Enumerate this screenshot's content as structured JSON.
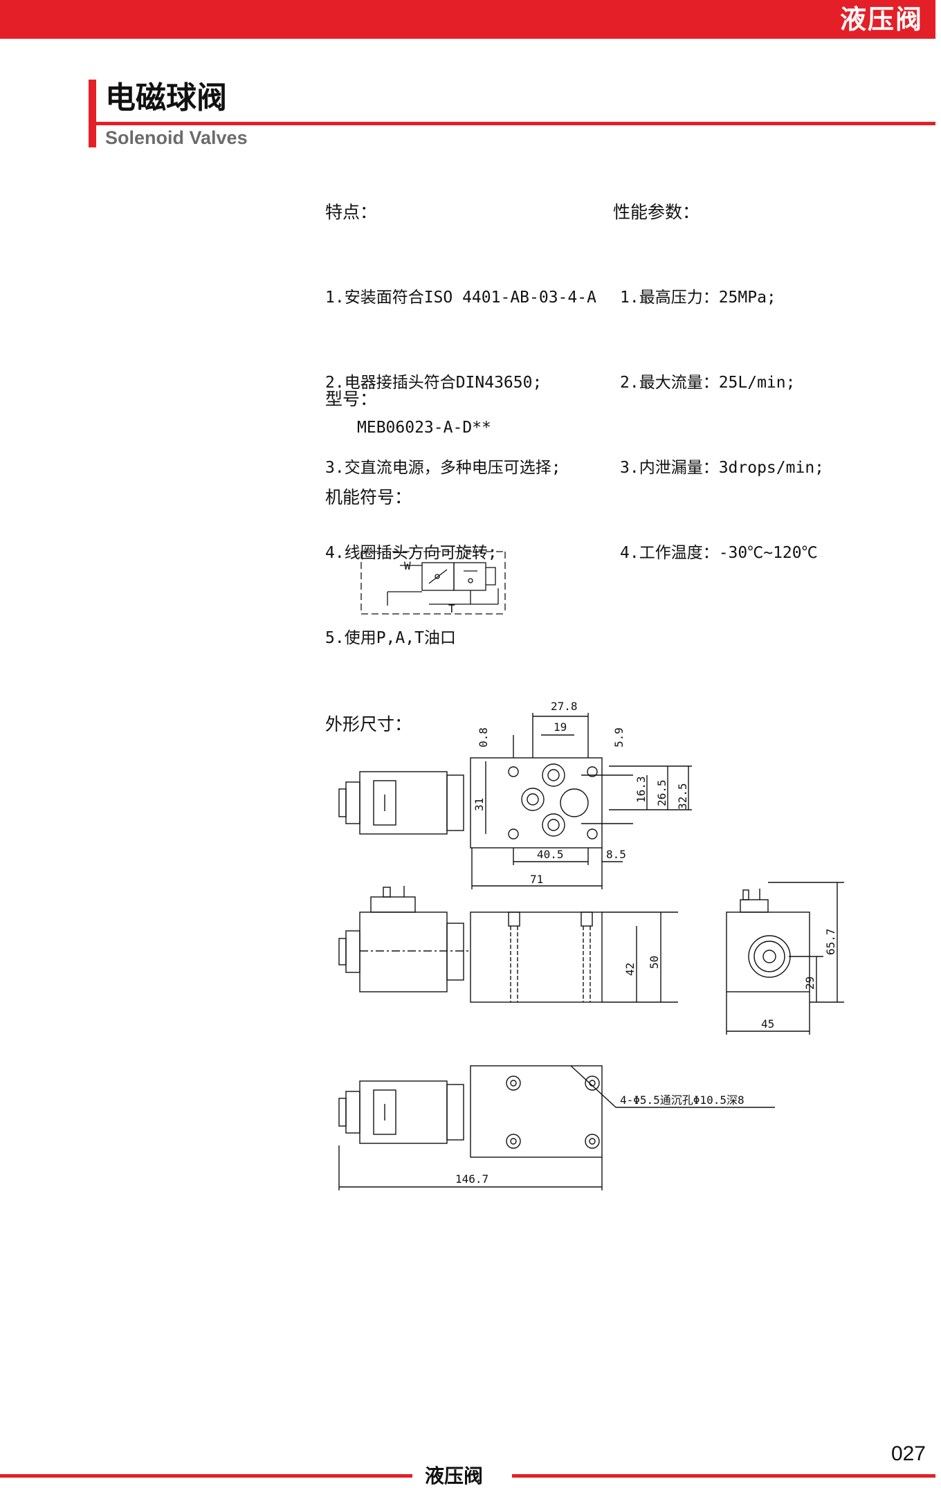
{
  "header": {
    "title": "液压阀"
  },
  "section": {
    "title_cn": "电磁球阀",
    "title_en": "Solenoid Valves"
  },
  "features": {
    "heading": "特点：",
    "items": [
      "1.安装面符合ISO 4401-AB-03-4-A",
      "2.电器接插头符合DIN43650;",
      "3.交直流电源，多种电压可选择;",
      "4.线圈插头方向可旋转;",
      "5.使用P,A,T油口"
    ]
  },
  "performance": {
    "heading": "性能参数：",
    "items": [
      "1.最高压力：25MPa;",
      "2.最大流量：25L/min;",
      "3.内泄漏量：3drops/min;",
      "4.工作温度：-30℃~120℃"
    ]
  },
  "model": {
    "heading": "型号：",
    "value": "MEB06023-A-D**"
  },
  "symbol": {
    "heading": "机能符号：",
    "label_w": "W",
    "label_t": "T"
  },
  "dimensions": {
    "heading": "外形尺寸：",
    "top_view": {
      "d1": "27.8",
      "d2": "19",
      "d3": "0.8",
      "d4": "5.9",
      "d5": "31",
      "d6": "16.3",
      "d7": "26.5",
      "d8": "32.5",
      "d9": "40.5",
      "d10": "8.5",
      "d11": "71"
    },
    "side_view": {
      "d1": "42",
      "d2": "50"
    },
    "end_view": {
      "d1": "65.7",
      "d2": "29",
      "d3": "45"
    },
    "bottom_view": {
      "note": "4-Φ5.5通沉孔Φ10.5深8",
      "d1": "146.7"
    }
  },
  "footer": {
    "title": "液压阀",
    "page": "027"
  }
}
